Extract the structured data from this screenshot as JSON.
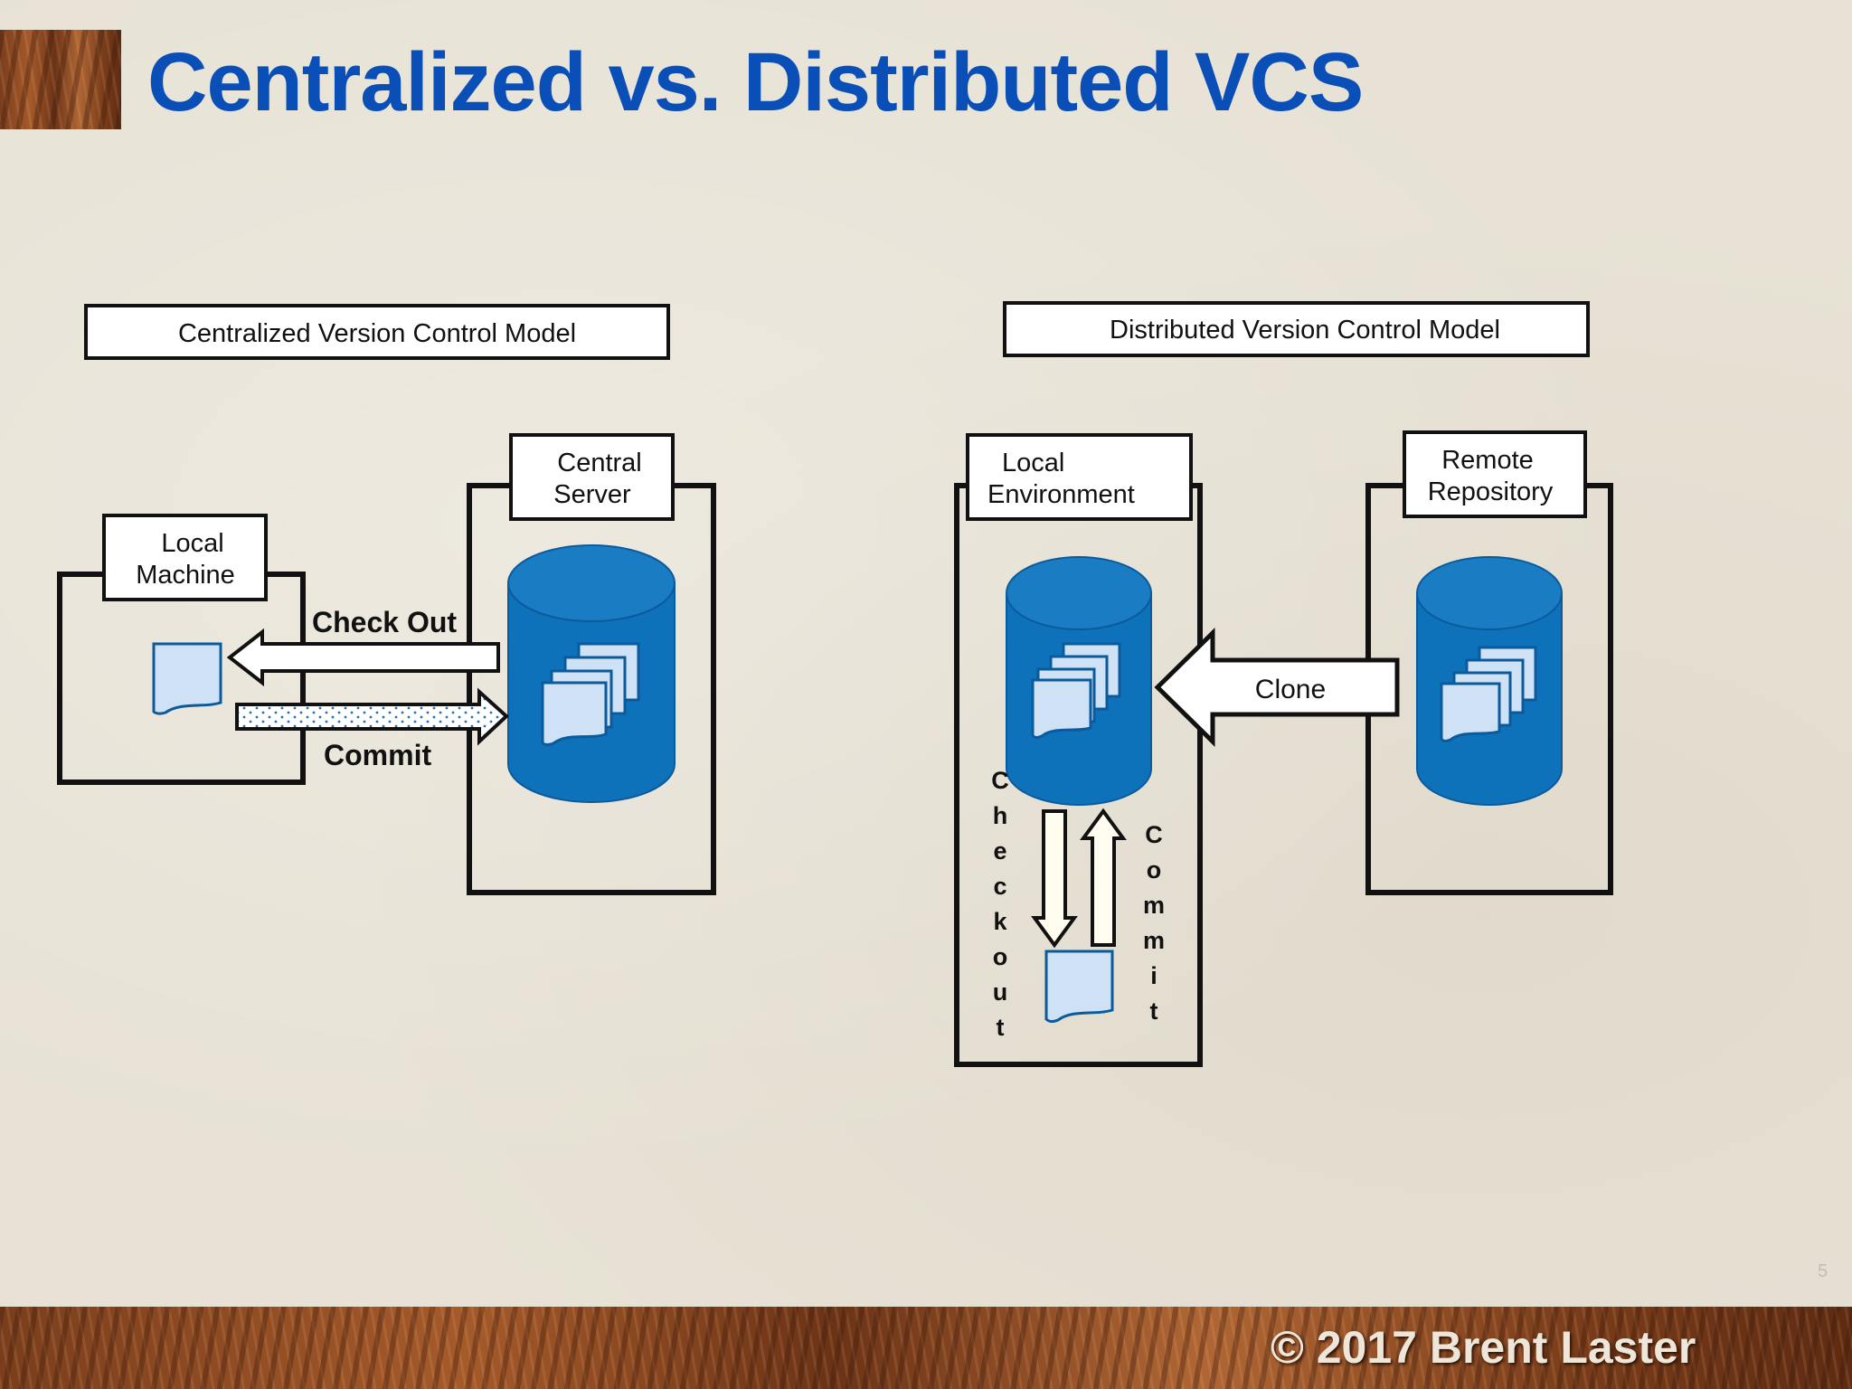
{
  "slide": {
    "title": "Centralized vs. Distributed VCS",
    "copyright": "© 2017 Brent Laster",
    "page_number": "5"
  },
  "centralized": {
    "model_label": "Centralized Version Control Model",
    "server_label_line1": "Central",
    "server_label_line2": "Server",
    "local_label_line1": "Local",
    "local_label_line2": "Machine",
    "checkout_label": "Check Out",
    "commit_label": "Commit"
  },
  "distributed": {
    "model_label": "Distributed Version Control Model",
    "local_label_line1": "Local",
    "local_label_line2": "Environment",
    "remote_label_line1": "Remote",
    "remote_label_line2": "Repository",
    "clone_label": "Clone",
    "checkout_letters": [
      "C",
      "h",
      "e",
      "c",
      "k",
      "o",
      "u",
      "t"
    ],
    "commit_letters": [
      "C",
      "o",
      "m",
      "m",
      "i",
      "t"
    ]
  },
  "colors": {
    "title": "#0a4fb8",
    "cylinder": "#0e72bb",
    "cylinder_top": "#2b8bd0",
    "document": "#cfe2f5",
    "document_stroke": "#0b5a9c"
  }
}
